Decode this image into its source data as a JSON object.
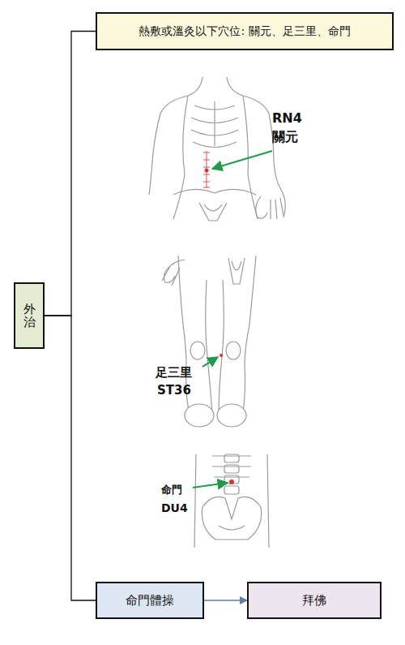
{
  "diagram": {
    "nodes": [
      {
        "text": [
          "外治"
        ]
      },
      {
        "text": [
          "熱敷或溫灸以下穴位: 關元、足三里、命門"
        ]
      },
      {
        "text": [
          "命門體操"
        ]
      },
      {
        "text": [
          "拜佛"
        ]
      }
    ],
    "edges": [
      {
        "from": 0,
        "to": 1,
        "arrow": "none"
      },
      {
        "from": 0,
        "to": 2,
        "arrow": "none"
      },
      {
        "from": 2,
        "to": 3,
        "arrow": "to"
      }
    ],
    "labels": [
      "RN4",
      "關元",
      "足三里",
      "ST36",
      "命門",
      "DU4"
    ]
  }
}
